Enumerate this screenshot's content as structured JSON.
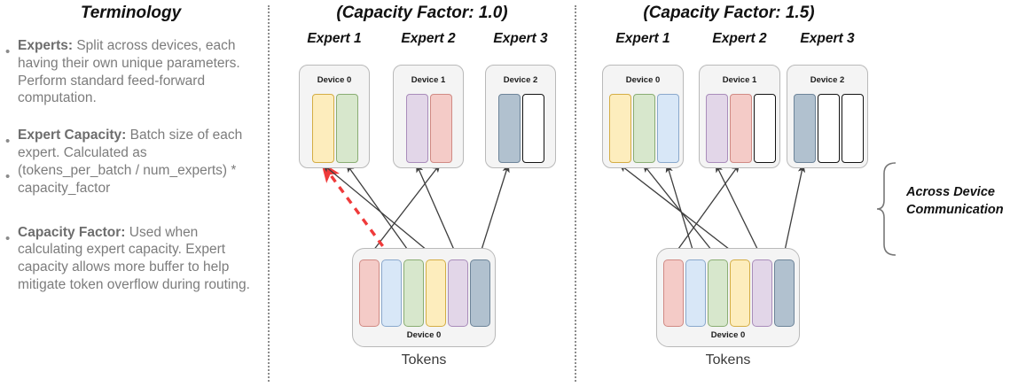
{
  "columns": {
    "terminology_title": "Terminology",
    "cf10_title": "(Capacity Factor: 1.0)",
    "cf15_title": "(Capacity Factor: 1.5)"
  },
  "terminology": {
    "items": [
      {
        "term": "Experts:",
        "body": " Split across devices, each having their own unique parameters. Perform standard feed-forward computation."
      },
      {
        "term": "Expert Capacity:",
        "body": " Batch size of each expert. Calculated as"
      },
      {
        "term": "",
        "body": "(tokens_per_batch / num_experts) * capacity_factor"
      },
      {
        "term": "Capacity Factor:",
        "body": " Used when calculating expert capacity. Expert capacity allows more buffer to help mitigate token overflow during routing."
      }
    ]
  },
  "colors": {
    "token_red": "#f4cbc7",
    "token_blue": "#d8e7f7",
    "token_green": "#d7e7cc",
    "token_yellow": "#fdedbd",
    "token_purple": "#e2d6e8",
    "token_slate": "#b1c1cf",
    "token_red_border": "#d08a84",
    "token_blue_border": "#8aa8cc",
    "token_green_border": "#8aad73",
    "token_yellow_border": "#d4ad44",
    "token_purple_border": "#a98cba",
    "token_slate_border": "#6d8499",
    "empty_border": "#141414",
    "box_fill": "#f4f4f4",
    "box_border": "#b9b9b9",
    "arrow": "#3d3d3d",
    "overflow_arrow": "#ef3b3b",
    "divider": "#8d8d8d",
    "text_gray": "#7c7c7c"
  },
  "panel_cf10": {
    "experts": [
      {
        "label": "Expert 1",
        "device": "Device 0",
        "slots": [
          {
            "name": "slot-yellow",
            "color": "token_yellow",
            "filled": true
          },
          {
            "name": "slot-green",
            "color": "token_green",
            "filled": true
          }
        ]
      },
      {
        "label": "Expert 2",
        "device": "Device 1",
        "slots": [
          {
            "name": "slot-purple",
            "color": "token_purple",
            "filled": true
          },
          {
            "name": "slot-red",
            "color": "token_red",
            "filled": true
          }
        ]
      },
      {
        "label": "Expert 3",
        "device": "Device 2",
        "slots": [
          {
            "name": "slot-slate",
            "color": "token_slate",
            "filled": true
          },
          {
            "name": "slot-empty",
            "color": "",
            "filled": false
          }
        ]
      }
    ],
    "tokens_device": "Device 0",
    "tokens_caption": "Tokens",
    "tokens": [
      {
        "name": "token-1",
        "color": "token_red"
      },
      {
        "name": "token-2",
        "color": "token_blue"
      },
      {
        "name": "token-3",
        "color": "token_green"
      },
      {
        "name": "token-4",
        "color": "token_yellow"
      },
      {
        "name": "token-5",
        "color": "token_purple"
      },
      {
        "name": "token-6",
        "color": "token_slate"
      }
    ],
    "routes": [
      {
        "from_token": 0,
        "to_expert": 1,
        "to_slot": 1,
        "style": "solid"
      },
      {
        "from_token": 1,
        "to_expert": 0,
        "to_slot": 0,
        "style": "overflow-dashed"
      },
      {
        "from_token": 2,
        "to_expert": 0,
        "to_slot": 1,
        "style": "solid"
      },
      {
        "from_token": 3,
        "to_expert": 0,
        "to_slot": 0,
        "style": "solid"
      },
      {
        "from_token": 4,
        "to_expert": 1,
        "to_slot": 0,
        "style": "solid"
      },
      {
        "from_token": 5,
        "to_expert": 2,
        "to_slot": 0,
        "style": "solid"
      }
    ]
  },
  "panel_cf15": {
    "experts": [
      {
        "label": "Expert 1",
        "device": "Device 0",
        "slots": [
          {
            "name": "slot-yellow",
            "color": "token_yellow",
            "filled": true
          },
          {
            "name": "slot-green",
            "color": "token_green",
            "filled": true
          },
          {
            "name": "slot-blue",
            "color": "token_blue",
            "filled": true
          }
        ]
      },
      {
        "label": "Expert 2",
        "device": "Device 1",
        "slots": [
          {
            "name": "slot-purple",
            "color": "token_purple",
            "filled": true
          },
          {
            "name": "slot-red",
            "color": "token_red",
            "filled": true
          },
          {
            "name": "slot-empty",
            "color": "",
            "filled": false
          }
        ]
      },
      {
        "label": "Expert 3",
        "device": "Device 2",
        "slots": [
          {
            "name": "slot-slate",
            "color": "token_slate",
            "filled": true
          },
          {
            "name": "slot-empty-1",
            "color": "",
            "filled": false
          },
          {
            "name": "slot-empty-2",
            "color": "",
            "filled": false
          }
        ]
      }
    ],
    "tokens_device": "Device 0",
    "tokens_caption": "Tokens",
    "tokens": [
      {
        "name": "token-1",
        "color": "token_red"
      },
      {
        "name": "token-2",
        "color": "token_blue"
      },
      {
        "name": "token-3",
        "color": "token_green"
      },
      {
        "name": "token-4",
        "color": "token_yellow"
      },
      {
        "name": "token-5",
        "color": "token_purple"
      },
      {
        "name": "token-6",
        "color": "token_slate"
      }
    ],
    "routes": [
      {
        "from_token": 0,
        "to_expert": 1,
        "to_slot": 1,
        "style": "solid"
      },
      {
        "from_token": 1,
        "to_expert": 0,
        "to_slot": 2,
        "style": "solid"
      },
      {
        "from_token": 2,
        "to_expert": 0,
        "to_slot": 1,
        "style": "solid"
      },
      {
        "from_token": 3,
        "to_expert": 0,
        "to_slot": 0,
        "style": "solid"
      },
      {
        "from_token": 4,
        "to_expert": 1,
        "to_slot": 0,
        "style": "solid"
      },
      {
        "from_token": 5,
        "to_expert": 2,
        "to_slot": 0,
        "style": "solid"
      }
    ]
  },
  "annotation": {
    "across_device_line1": "Across Device",
    "across_device_line2": "Communication"
  }
}
